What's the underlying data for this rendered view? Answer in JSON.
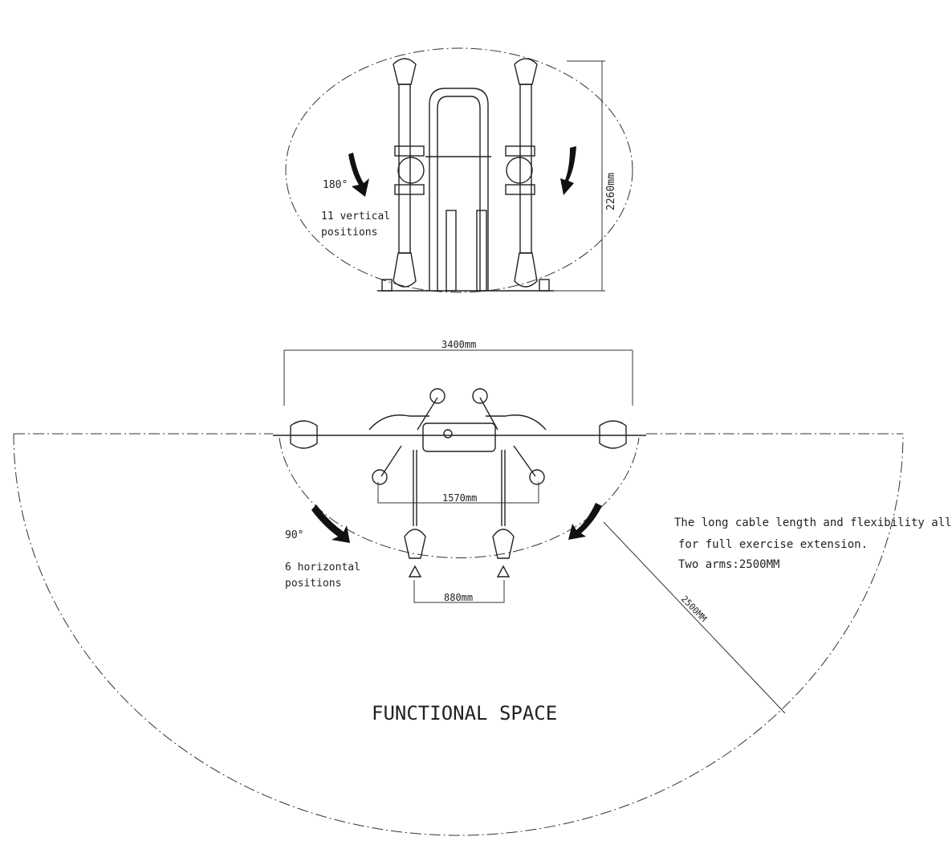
{
  "front_view": {
    "rotation_label": "180°",
    "positions_label_line1": "11 vertical",
    "positions_label_line2": "positions",
    "height_dimension": "2260mm"
  },
  "top_view": {
    "width_dimension": "3400mm",
    "inner_width_dimension": "1570mm",
    "arm_spacing_dimension": "880mm",
    "rotation_label": "90°",
    "positions_label_line1": "6 horizontal",
    "positions_label_line2": "positions",
    "radius_dimension": "2500MM",
    "note_line1": "The long cable length and flexibility allows",
    "note_line2": "for full exercise extension.",
    "note_line3": "Two arms:2500MM",
    "area_label": "FUNCTIONAL SPACE"
  }
}
